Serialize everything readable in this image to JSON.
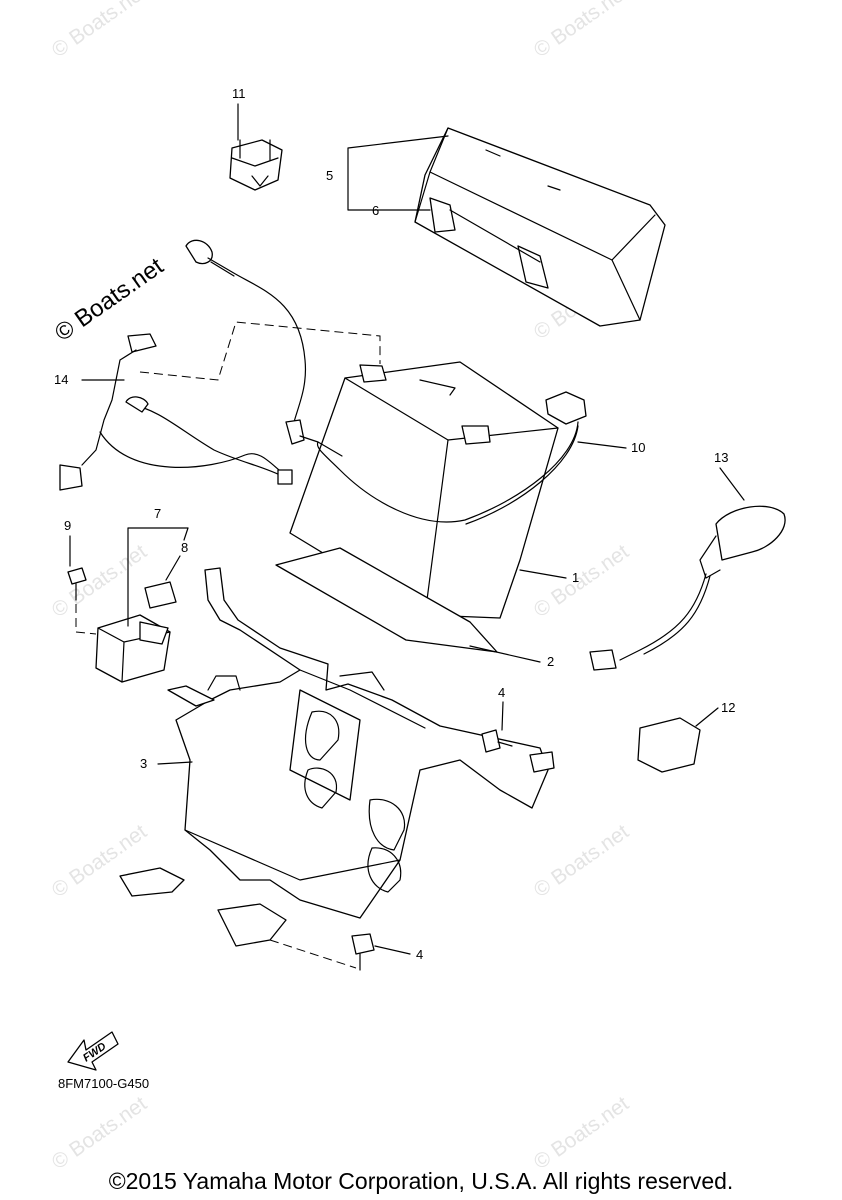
{
  "diagram": {
    "callouts": [
      {
        "id": "c1",
        "label": "1"
      },
      {
        "id": "c2",
        "label": "2"
      },
      {
        "id": "c3",
        "label": "3"
      },
      {
        "id": "c4a",
        "label": "4"
      },
      {
        "id": "c4b",
        "label": "4"
      },
      {
        "id": "c5",
        "label": "5"
      },
      {
        "id": "c6",
        "label": "6"
      },
      {
        "id": "c7",
        "label": "7"
      },
      {
        "id": "c8",
        "label": "8"
      },
      {
        "id": "c9",
        "label": "9"
      },
      {
        "id": "c10",
        "label": "10"
      },
      {
        "id": "c11",
        "label": "11"
      },
      {
        "id": "c12",
        "label": "12"
      },
      {
        "id": "c13",
        "label": "13"
      },
      {
        "id": "c14",
        "label": "14"
      }
    ],
    "diagram_code": "8FM7100-G450",
    "fwd_label": "FWD",
    "watermark_text": "© Boats.net",
    "brand_watermark": "© Boats.net"
  },
  "footer": {
    "copyright": "©2015 Yamaha Motor Corporation, U.S.A. All rights reserved."
  }
}
